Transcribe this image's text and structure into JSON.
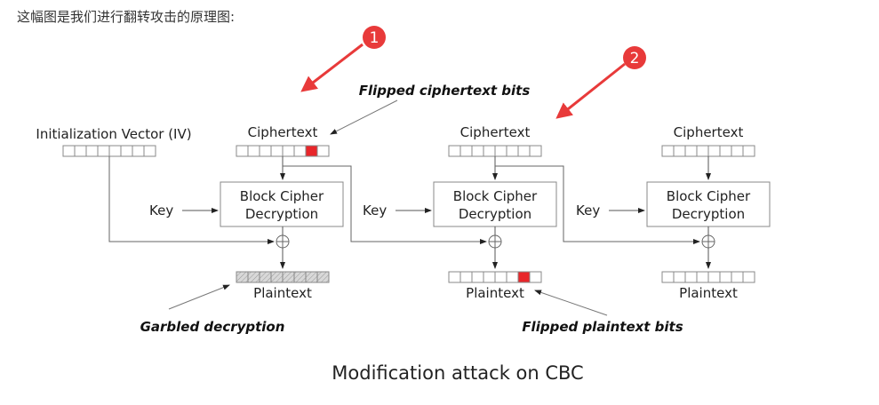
{
  "intro_text": "这幅图是我们进行翻转攻击的原理图:",
  "diagram": {
    "caption": "Modification attack on CBC",
    "iv_label": "Initialization Vector (IV)",
    "blocks": [
      {
        "ciphertext_label": "Ciphertext",
        "cipher_box_line1": "Block Cipher",
        "cipher_box_line2": "Decryption",
        "key_label": "Key",
        "plaintext_label": "Plaintext",
        "ciphertext_flipped_cell": 7,
        "plaintext_flipped_cell": null,
        "plaintext_garbled": true
      },
      {
        "ciphertext_label": "Ciphertext",
        "cipher_box_line1": "Block Cipher",
        "cipher_box_line2": "Decryption",
        "key_label": "Key",
        "plaintext_label": "Plaintext",
        "ciphertext_flipped_cell": null,
        "plaintext_flipped_cell": 7,
        "plaintext_garbled": false
      },
      {
        "ciphertext_label": "Ciphertext",
        "cipher_box_line1": "Block Cipher",
        "cipher_box_line2": "Decryption",
        "key_label": "Key",
        "plaintext_label": "Plaintext",
        "ciphertext_flipped_cell": null,
        "plaintext_flipped_cell": null,
        "plaintext_garbled": false
      }
    ],
    "annotations": {
      "flipped_ciphertext": "Flipped ciphertext bits",
      "garbled": "Garbled decryption",
      "flipped_plaintext": "Flipped plaintext bits"
    },
    "badges": [
      "1",
      "2"
    ],
    "colors": {
      "flip": "#e8262a",
      "badge": "#e83a3a",
      "line": "#555555",
      "box": "#888888"
    },
    "cells_per_block": 8
  }
}
